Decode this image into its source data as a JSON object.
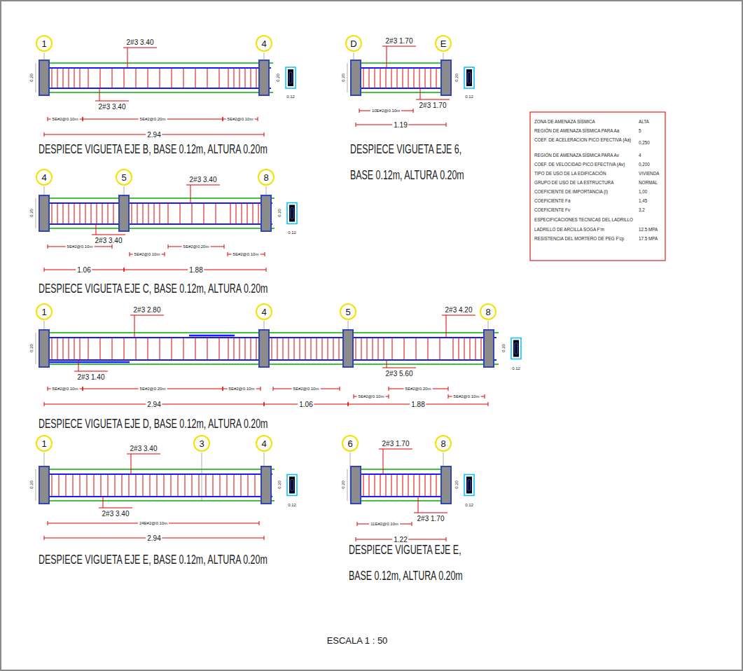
{
  "diagram": {
    "caption": "ESCALA 1 : 50",
    "nodes": [
      {
        "text": [
          "1"
        ]
      },
      {
        "text": [
          "4"
        ]
      },
      {
        "text": [
          "D"
        ]
      },
      {
        "text": [
          "E"
        ]
      },
      {
        "text": [
          "4"
        ]
      },
      {
        "text": [
          "5"
        ]
      },
      {
        "text": [
          "8"
        ]
      },
      {
        "text": [
          "1"
        ]
      },
      {
        "text": [
          "4"
        ]
      },
      {
        "text": [
          "5"
        ]
      },
      {
        "text": [
          "8"
        ]
      },
      {
        "text": [
          "1"
        ]
      },
      {
        "text": [
          "3"
        ]
      },
      {
        "text": [
          "4"
        ]
      },
      {
        "text": [
          "6"
        ]
      },
      {
        "text": [
          "8"
        ]
      }
    ],
    "labels": [
      "2#3 3.40",
      "2#3 3.40",
      "0.20",
      "0.20",
      "0.12",
      "5E#2@0.10m",
      "5E#2@0.20m",
      "5E#2@0.10m",
      "2.94",
      "DESPIECE VIGUETA EJE B, BASE 0.12m, ALTURA 0.20m",
      "2#3 1.70",
      "0.20",
      "0.20",
      "0.12",
      "10E#2@0.10m",
      "2#3 1.70",
      "1.19",
      "DESPIECE VIGUETA EJE 6, BASE 0.12m, ALTURA 0.20m",
      "ZONA DE AMENAZA SÍSMICA",
      "ALTA",
      "REGIÓN DE AMENAZA SÍSMICA PARA Aa",
      "5",
      "COEF. DE ACELERACION PICO EFECTIVA (Aa)",
      "0,250",
      "REGIÓN DE AMENAZA SÍSMICA PARA Av",
      "4",
      "COEF. DE VELOCIDAD PICO EFECTIVA (Av)",
      "0,200",
      "TIPO DE USO DE LA EDIFICACIÓN",
      "VIVIENDA",
      "GRUPO DE USO DE LA ESTRUCTURA",
      "NORMAL",
      "COEFICIENTE DE IMPORTANCIA (I)",
      "1,00",
      "COEFICIENTE Fa",
      "1,45",
      "COEFICIENTE Fv",
      "3,2",
      "ESPECIFICACIONES TECNICAS DEL LADRILLO",
      "LADRILLO DE ARCILLA SOGA F'm",
      "12.5 MPA",
      "RESISTENCIA DEL MORTERO DE PEG F'cp",
      "17.5 MPA",
      "2#3 3.40",
      "0.20",
      "0.20",
      "0.12",
      "2#3 3.40",
      "5E#2@0.10m",
      "5E#2@0.10m",
      "5E#2@0.20m",
      "5E#2@0.10m",
      "1.06",
      "1.88",
      "DESPIECE VIGUETA EJE C, BASE 0.12m, ALTURA 0.20m",
      "2#3 2.80",
      "2#3 4.20",
      "0.20",
      "0.20",
      "0.12",
      "2#3 1.40",
      "2#3 5.60",
      "5E#2@0.10m",
      "5E#2@0.20m",
      "5E#2@0.10m",
      "5E#2@0.10m",
      "5E#2@0.10m",
      "5E#2@0.20m",
      "5E#2@0.10m",
      "2.94",
      "1.06",
      "1.88",
      "DESPIECE VIGUETA EJE D, BASE 0.12m, ALTURA 0.20m",
      "2#3 3.40",
      "0.20",
      "0.20",
      "0.12",
      "2#3 3.40",
      "24E#2@0.10m",
      "2.94",
      "DESPIECE VIGUETA EJE E, BASE 0.12m, ALTURA 0.20m",
      "2#3 1.70",
      "0.20",
      "0.20",
      "0.12",
      "11E#2@0.10m",
      "2#3 1.70",
      "1.22",
      "DESPIECE VIGUETA EJE E, BASE 0.12m, ALTURA 0.20m"
    ]
  }
}
